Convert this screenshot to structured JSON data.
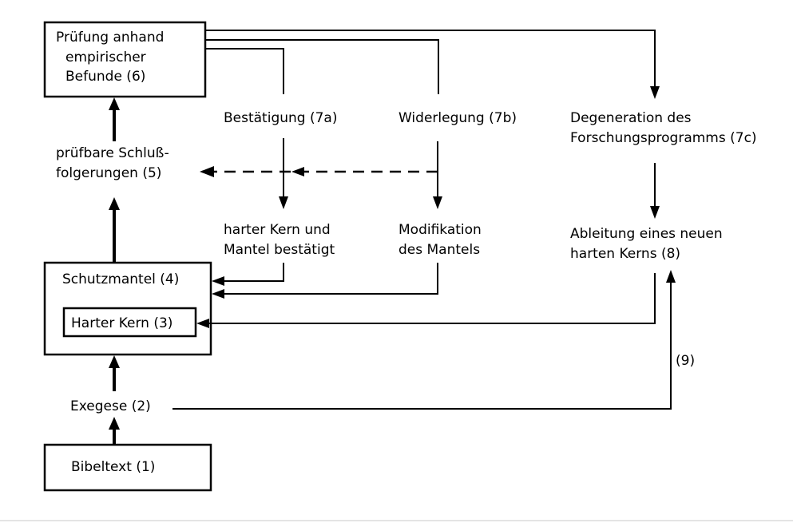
{
  "nodes": {
    "pruefung": [
      "Prüfung anhand",
      "empirischer",
      "Befunde (6)"
    ],
    "schlussfolgerungen": [
      "prüfbare Schluß-",
      "folgerungen (5)"
    ],
    "schutzmantel": "Schutzmantel (4)",
    "harter_kern": "Harter Kern (3)",
    "exegese": "Exegese (2)",
    "bibeltext": "Bibeltext (1)",
    "bestaetigung": "Bestätigung (7a)",
    "widerlegung": "Widerlegung (7b)",
    "degeneration": [
      "Degeneration des",
      "Forschungsprogramms (7c)"
    ],
    "kern_bestaetigt": [
      "harter Kern und",
      "Mantel bestätigt"
    ],
    "modifikation": [
      "Modifikation",
      "des Mantels"
    ],
    "ableitung": [
      "Ableitung eines neuen",
      "harten Kerns (8)"
    ],
    "label_9": "(9)"
  }
}
